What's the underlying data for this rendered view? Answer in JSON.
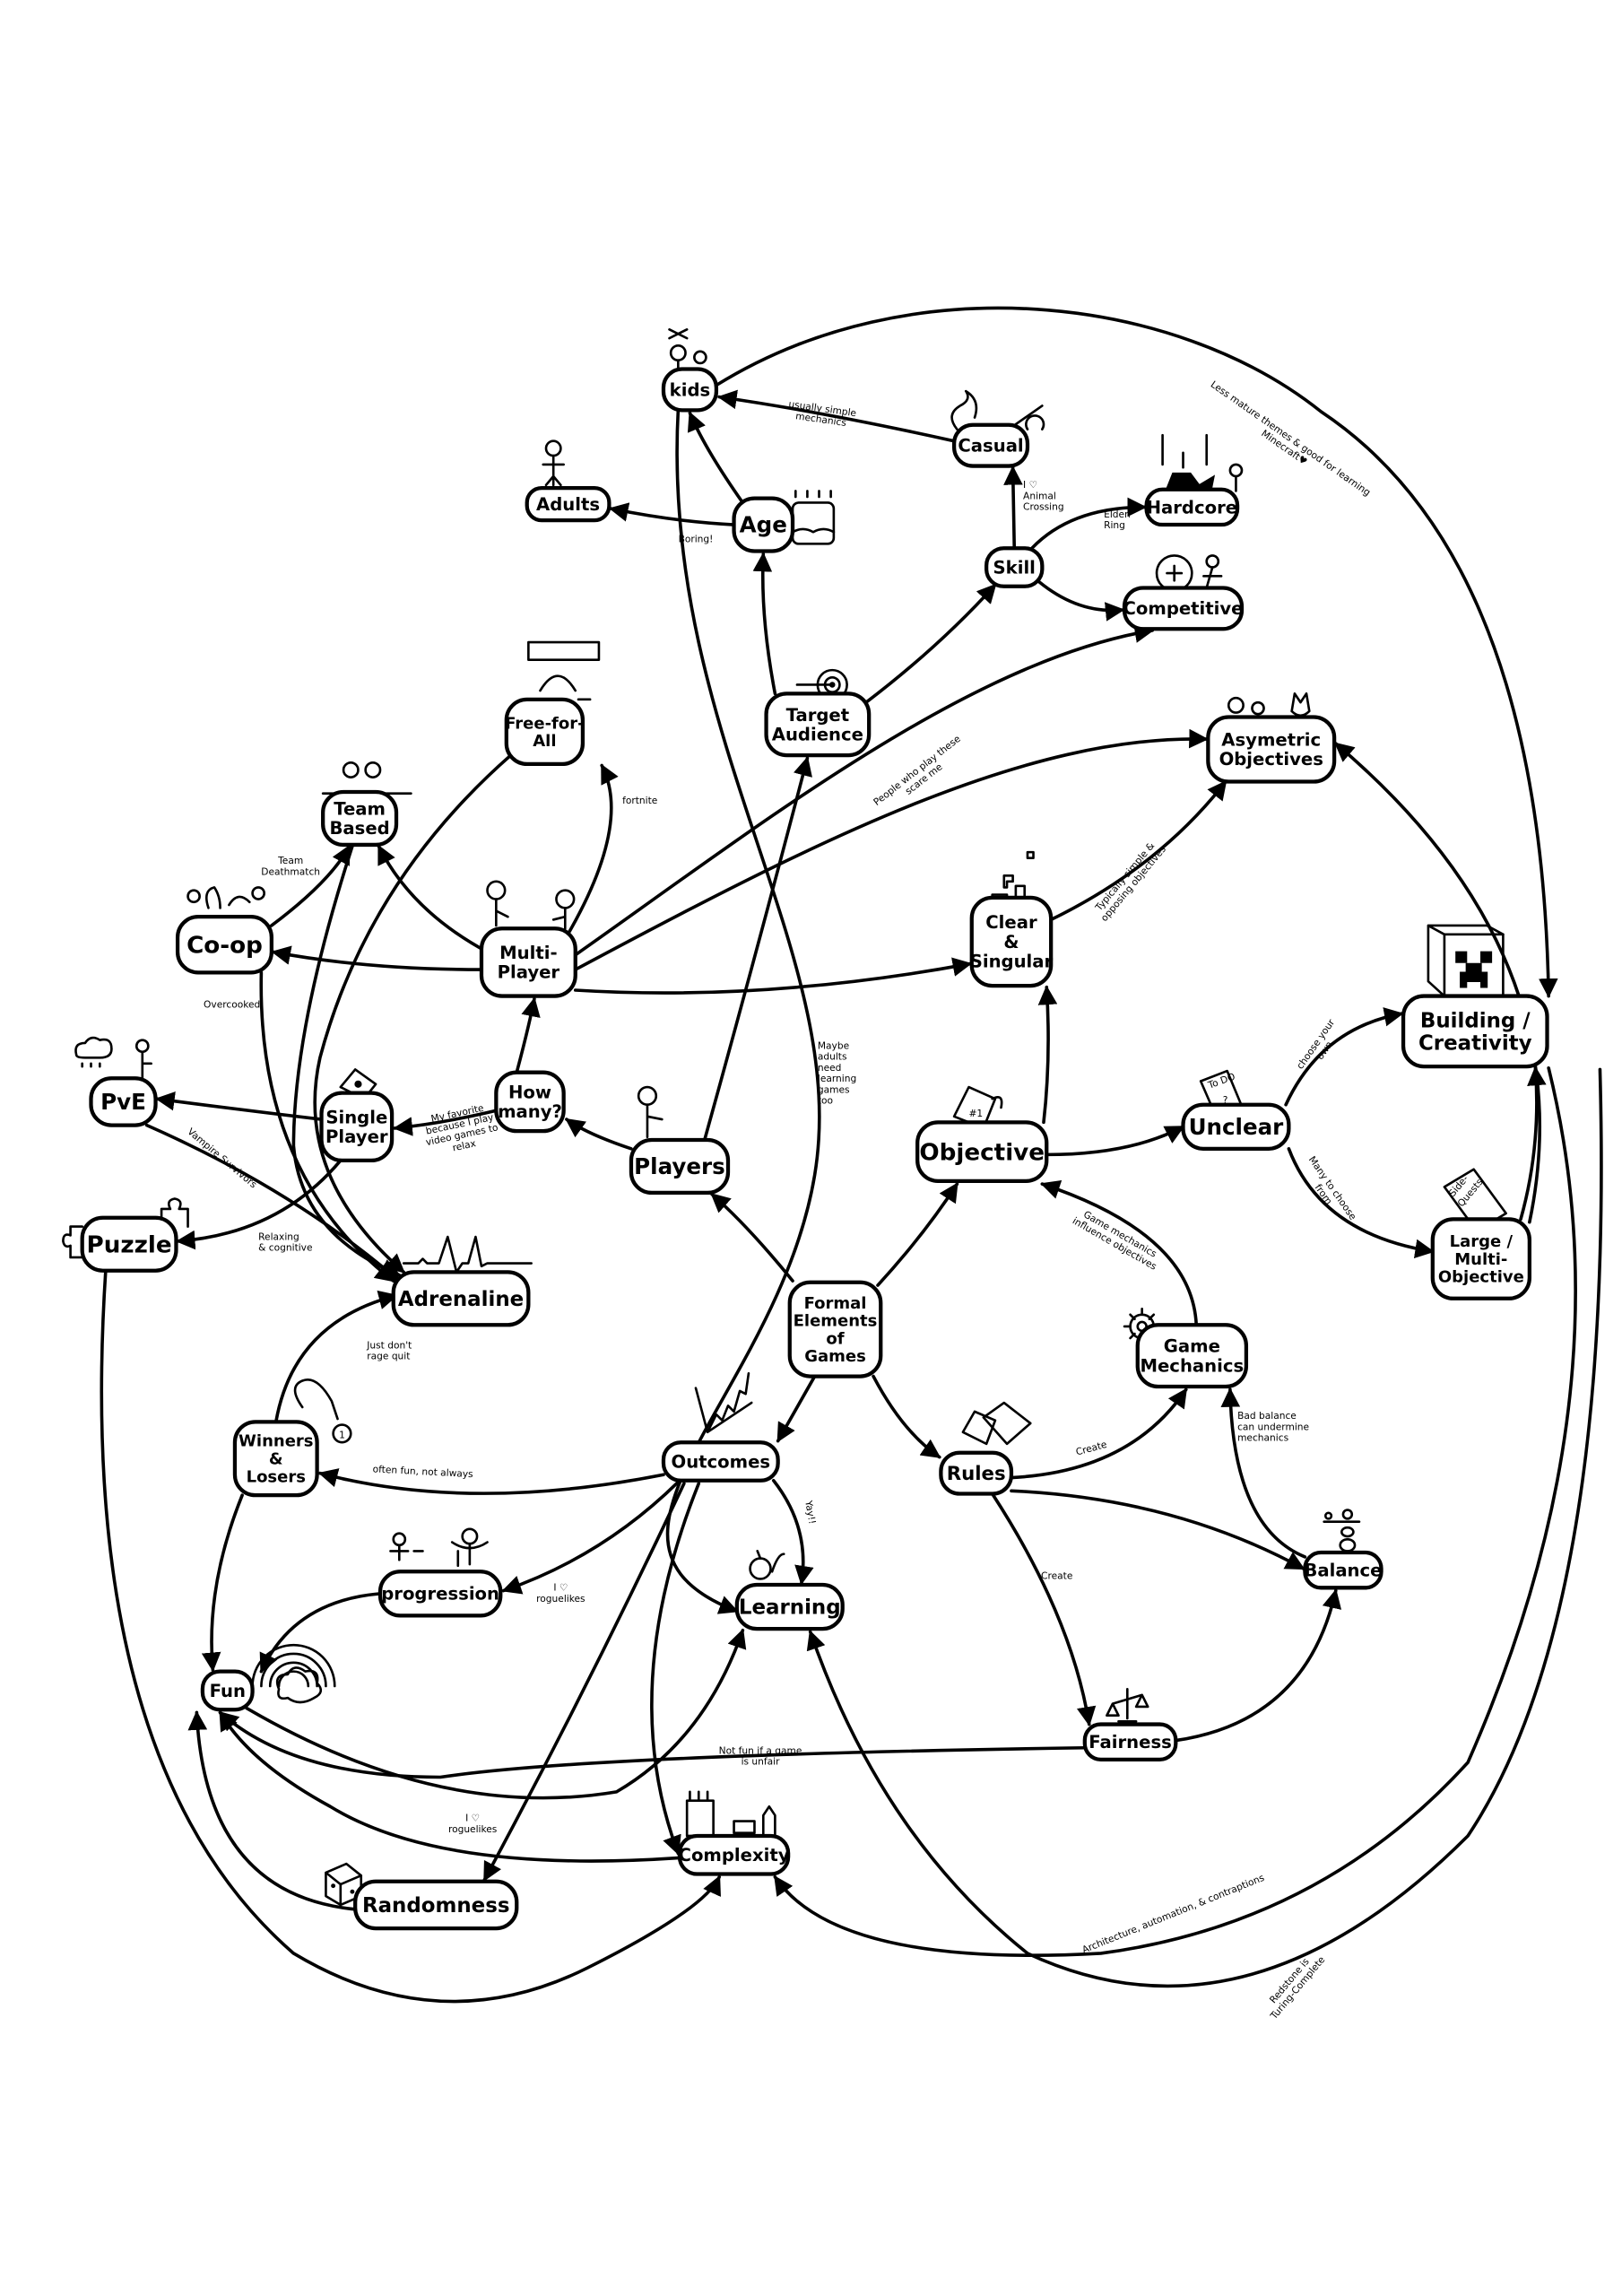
{
  "diagram": {
    "nodes": [
      {
        "id": "formal",
        "lines": [
          "Formal",
          "Elements",
          "of",
          "Games"
        ]
      },
      {
        "id": "players",
        "lines": [
          "Players"
        ]
      },
      {
        "id": "objective",
        "lines": [
          "Objective"
        ]
      },
      {
        "id": "outcomes",
        "lines": [
          "Outcomes"
        ]
      },
      {
        "id": "rules",
        "lines": [
          "Rules"
        ]
      },
      {
        "id": "howmany",
        "lines": [
          "How",
          "many?"
        ]
      },
      {
        "id": "target",
        "lines": [
          "Target",
          "Audience"
        ]
      },
      {
        "id": "age",
        "lines": [
          "Age"
        ]
      },
      {
        "id": "kids",
        "lines": [
          "kids"
        ]
      },
      {
        "id": "adults",
        "lines": [
          "Adults"
        ]
      },
      {
        "id": "casual",
        "lines": [
          "Casual"
        ]
      },
      {
        "id": "skill",
        "lines": [
          "Skill"
        ]
      },
      {
        "id": "hardcore",
        "lines": [
          "Hardcore"
        ]
      },
      {
        "id": "competitive",
        "lines": [
          "Competitive"
        ]
      },
      {
        "id": "multi",
        "lines": [
          "Multi-",
          "Player"
        ]
      },
      {
        "id": "single",
        "lines": [
          "Single",
          "Player"
        ]
      },
      {
        "id": "freeforall",
        "lines": [
          "Free-for-",
          "All"
        ]
      },
      {
        "id": "team",
        "lines": [
          "Team",
          "Based"
        ]
      },
      {
        "id": "coop",
        "lines": [
          "Co-op"
        ]
      },
      {
        "id": "pve",
        "lines": [
          "PvE"
        ]
      },
      {
        "id": "puzzle",
        "lines": [
          "Puzzle"
        ]
      },
      {
        "id": "adrenaline",
        "lines": [
          "Adrenaline"
        ]
      },
      {
        "id": "asym",
        "lines": [
          "Asymetric",
          "Objectives"
        ]
      },
      {
        "id": "clear",
        "lines": [
          "Clear",
          "&",
          "Singular"
        ]
      },
      {
        "id": "unclear",
        "lines": [
          "Unclear"
        ]
      },
      {
        "id": "building",
        "lines": [
          "Building /",
          "Creativity"
        ]
      },
      {
        "id": "large",
        "lines": [
          "Large /",
          "Multi-",
          "Objective"
        ]
      },
      {
        "id": "gamemech",
        "lines": [
          "Game",
          "Mechanics"
        ]
      },
      {
        "id": "balance",
        "lines": [
          "Balance"
        ]
      },
      {
        "id": "fairness",
        "lines": [
          "Fairness"
        ]
      },
      {
        "id": "winners",
        "lines": [
          "Winners",
          "&",
          "Losers"
        ]
      },
      {
        "id": "progression",
        "lines": [
          "progression"
        ]
      },
      {
        "id": "learning",
        "lines": [
          "Learning"
        ]
      },
      {
        "id": "fun",
        "lines": [
          "Fun"
        ]
      },
      {
        "id": "complexity",
        "lines": [
          "Complexity"
        ]
      },
      {
        "id": "randomness",
        "lines": [
          "Randomness"
        ]
      }
    ],
    "edges": [
      {
        "from": "formal",
        "to": "players",
        "label": []
      },
      {
        "from": "formal",
        "to": "objective",
        "label": []
      },
      {
        "from": "formal",
        "to": "outcomes",
        "label": []
      },
      {
        "from": "formal",
        "to": "rules",
        "label": []
      },
      {
        "from": "players",
        "to": "howmany",
        "label": []
      },
      {
        "from": "players",
        "to": "target",
        "label": []
      },
      {
        "from": "howmany",
        "to": "multi",
        "label": []
      },
      {
        "from": "howmany",
        "to": "single",
        "label": [
          "My favorite",
          "because I play",
          "video games to",
          "relax"
        ]
      },
      {
        "from": "target",
        "to": "age",
        "label": []
      },
      {
        "from": "target",
        "to": "skill",
        "label": []
      },
      {
        "from": "age",
        "to": "kids",
        "label": []
      },
      {
        "from": "age",
        "to": "adults",
        "label": [
          "Boring!"
        ]
      },
      {
        "from": "casual",
        "to": "kids",
        "label": [
          "usually simple",
          "mechanics"
        ]
      },
      {
        "from": "skill",
        "to": "casual",
        "label": [
          "I ♡",
          "Animal",
          "Crossing"
        ]
      },
      {
        "from": "skill",
        "to": "hardcore",
        "label": [
          "Elden",
          "Ring"
        ]
      },
      {
        "from": "skill",
        "to": "competitive",
        "label": []
      },
      {
        "from": "multi",
        "to": "competitive",
        "label": [
          "People who play these",
          "scare me"
        ]
      },
      {
        "from": "multi",
        "to": "asym",
        "label": []
      },
      {
        "from": "multi",
        "to": "clear",
        "label": []
      },
      {
        "from": "clear",
        "to": "asym",
        "label": [
          "Typically simple &",
          "opposing objectives"
        ]
      },
      {
        "from": "multi",
        "to": "freeforall",
        "label": [
          "fortnite"
        ]
      },
      {
        "from": "multi",
        "to": "team",
        "label": []
      },
      {
        "from": "multi",
        "to": "coop",
        "label": []
      },
      {
        "from": "coop",
        "to": "team",
        "label": [
          "Team",
          "Deathmatch"
        ]
      },
      {
        "from": "coop",
        "to": "adrenaline",
        "label": [
          "Overcooked"
        ]
      },
      {
        "from": "freeforall",
        "to": "adrenaline",
        "label": []
      },
      {
        "from": "team",
        "to": "adrenaline",
        "label": []
      },
      {
        "from": "single",
        "to": "pve",
        "label": []
      },
      {
        "from": "single",
        "to": "puzzle",
        "label": [
          "Relaxing",
          "& cognitive"
        ]
      },
      {
        "from": "pve",
        "to": "adrenaline",
        "label": [
          "Vampire Survivors"
        ]
      },
      {
        "from": "objective",
        "to": "unclear",
        "label": []
      },
      {
        "from": "objective",
        "to": "clear",
        "label": []
      },
      {
        "from": "unclear",
        "to": "building",
        "label": [
          "choose your",
          "own"
        ]
      },
      {
        "from": "unclear",
        "to": "large",
        "label": [
          "Many to choose",
          "from"
        ]
      },
      {
        "from": "large",
        "to": "building",
        "label": []
      },
      {
        "from": "large",
        "to": "asym",
        "label": []
      },
      {
        "from": "kids",
        "to": "building",
        "label": [
          "Less mature themes & good for learning",
          "Minecraft♥"
        ]
      },
      {
        "from": "kids",
        "to": "learning",
        "label": [
          "Maybe",
          "adults",
          "need",
          "learning",
          "games",
          "too"
        ]
      },
      {
        "from": "gamemech",
        "to": "objective",
        "label": [
          "Game mechanics",
          "influence objectives"
        ]
      },
      {
        "from": "rules",
        "to": "gamemech",
        "label": [
          "Create"
        ]
      },
      {
        "from": "rules",
        "to": "balance",
        "label": []
      },
      {
        "from": "rules",
        "to": "fairness",
        "label": [
          "Create"
        ]
      },
      {
        "from": "balance",
        "to": "gamemech",
        "label": [
          "Bad balance",
          "can undermine",
          "mechanics"
        ]
      },
      {
        "from": "fairness",
        "to": "balance",
        "label": []
      },
      {
        "from": "fairness",
        "to": "fun",
        "label": [
          "Not fun if a game",
          "is unfair"
        ]
      },
      {
        "from": "outcomes",
        "to": "winners",
        "label": [
          "often fun, not always"
        ]
      },
      {
        "from": "outcomes",
        "to": "progression",
        "label": [
          "I ♡",
          "roguelikes"
        ]
      },
      {
        "from": "outcomes",
        "to": "learning",
        "label": [
          "Yay!!"
        ]
      },
      {
        "from": "outcomes",
        "to": "randomness",
        "label": [
          "I ♡",
          "roguelikes"
        ]
      },
      {
        "from": "outcomes",
        "to": "complexity",
        "label": []
      },
      {
        "from": "winners",
        "to": "adrenaline",
        "label": [
          "Just don't",
          "rage quit"
        ]
      },
      {
        "from": "winners",
        "to": "fun",
        "label": []
      },
      {
        "from": "progression",
        "to": "fun",
        "label": []
      },
      {
        "from": "fun",
        "to": "learning",
        "label": []
      },
      {
        "from": "complexity",
        "to": "fun",
        "label": []
      },
      {
        "from": "randomness",
        "to": "fun",
        "label": []
      },
      {
        "from": "puzzle",
        "to": "complexity",
        "label": []
      },
      {
        "from": "building",
        "to": "complexity",
        "label": [
          "Architecture, automation, & contraptions"
        ]
      },
      {
        "from": "building",
        "to": "learning",
        "label": [
          "Redstone is",
          "Turing-Complete"
        ]
      }
    ],
    "icons": {
      "todo_note": [
        "To DO",
        "?"
      ],
      "sidequests_note": [
        "Side-",
        "Quests"
      ],
      "trophy_text": "#1",
      "medal_text": "1"
    }
  }
}
